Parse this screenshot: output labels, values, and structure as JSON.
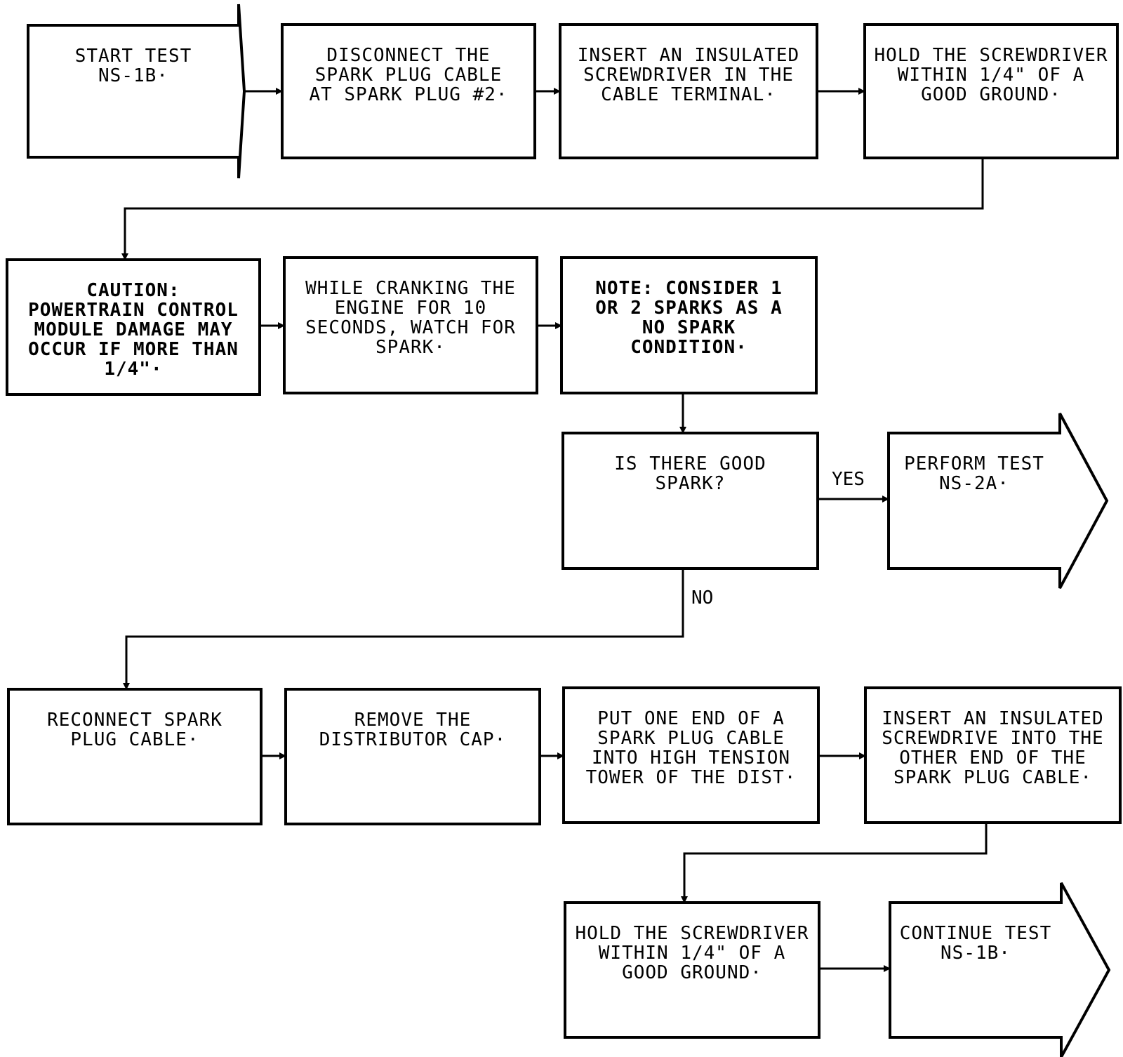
{
  "nodes": [
    {
      "id": "n1",
      "kind": "arrow",
      "text": "START TEST\nNS-1B·"
    },
    {
      "id": "n2",
      "kind": "box",
      "text": "DISCONNECT THE\nSPARK PLUG CABLE\nAT SPARK PLUG #2·"
    },
    {
      "id": "n3",
      "kind": "box",
      "text": "INSERT AN INSULATED\nSCREWDRIVER IN THE\nCABLE TERMINAL·"
    },
    {
      "id": "n4",
      "kind": "box",
      "text": "HOLD THE SCREWDRIVER\nWITHIN 1/4\" OF A\nGOOD GROUND·"
    },
    {
      "id": "n5",
      "kind": "box",
      "bold": true,
      "text": "CAUTION:\nPOWERTRAIN CONTROL\nMODULE DAMAGE MAY\nOCCUR IF MORE THAN\n1/4\"·"
    },
    {
      "id": "n6",
      "kind": "box",
      "text": "WHILE CRANKING THE\nENGINE FOR 10\nSECONDS, WATCH FOR\nSPARK·"
    },
    {
      "id": "n7",
      "kind": "box",
      "bold": true,
      "text": "NOTE: CONSIDER 1\nOR 2 SPARKS AS A\nNO SPARK\nCONDITION·"
    },
    {
      "id": "n8",
      "kind": "box",
      "text": "IS THERE GOOD\nSPARK?"
    },
    {
      "id": "n9",
      "kind": "arrow",
      "text": "PERFORM TEST\nNS-2A·"
    },
    {
      "id": "n10",
      "kind": "box",
      "text": "RECONNECT SPARK\nPLUG CABLE·"
    },
    {
      "id": "n11",
      "kind": "box",
      "text": "REMOVE THE\nDISTRIBUTOR CAP·"
    },
    {
      "id": "n12",
      "kind": "box",
      "text": "PUT ONE END OF A\nSPARK PLUG CABLE\nINTO HIGH TENSION\nTOWER OF THE DIST·"
    },
    {
      "id": "n13",
      "kind": "box",
      "text": "INSERT AN INSULATED\nSCREWDRIVE INTO THE\nOTHER END OF THE\nSPARK PLUG CABLE·"
    },
    {
      "id": "n14",
      "kind": "box",
      "text": "HOLD THE SCREWDRIVER\nWITHIN 1/4\" OF A\nGOOD GROUND·"
    },
    {
      "id": "n15",
      "kind": "arrow",
      "text": "CONTINUE TEST\nNS-1B·"
    }
  ],
  "edges": [
    {
      "from": "n1",
      "to": "n2",
      "label": ""
    },
    {
      "from": "n2",
      "to": "n3",
      "label": ""
    },
    {
      "from": "n3",
      "to": "n4",
      "label": ""
    },
    {
      "from": "n4",
      "to": "n5",
      "label": ""
    },
    {
      "from": "n5",
      "to": "n6",
      "label": ""
    },
    {
      "from": "n6",
      "to": "n7",
      "label": ""
    },
    {
      "from": "n7",
      "to": "n8",
      "label": ""
    },
    {
      "from": "n8",
      "to": "n9",
      "label": "YES"
    },
    {
      "from": "n8",
      "to": "n10",
      "label": "NO"
    },
    {
      "from": "n10",
      "to": "n11",
      "label": ""
    },
    {
      "from": "n11",
      "to": "n12",
      "label": ""
    },
    {
      "from": "n12",
      "to": "n13",
      "label": ""
    },
    {
      "from": "n13",
      "to": "n14",
      "label": ""
    },
    {
      "from": "n14",
      "to": "n15",
      "label": ""
    }
  ]
}
